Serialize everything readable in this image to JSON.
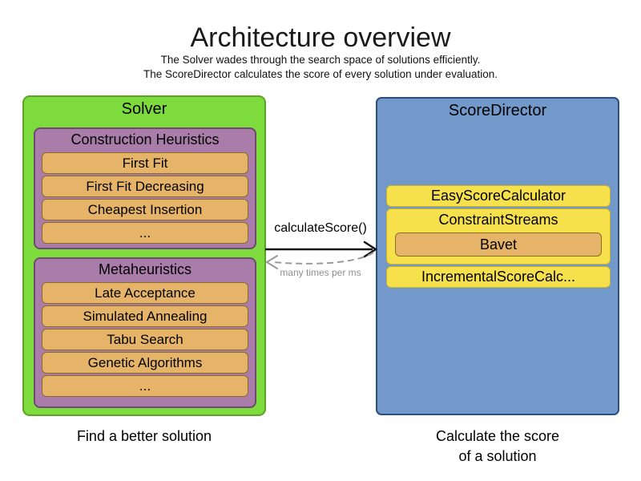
{
  "title": "Architecture overview",
  "subtitle_line1": "The Solver wades through the search space of solutions efficiently.",
  "subtitle_line2": "The ScoreDirector calculates the score of every solution under evaluation.",
  "colors": {
    "green": "#7edb3d",
    "green_border": "#5ca426",
    "purple": "#a97caa",
    "purple_border": "#6d4a6e",
    "orange": "#e6b469",
    "orange_border": "#8f6b22",
    "yellow": "#f6e14d",
    "yellow_border": "#c8b227",
    "blue": "#7399cb",
    "blue_border": "#2b4d80",
    "arrow_gray": "#999999"
  },
  "solver": {
    "label": "Solver",
    "caption": "Find a better solution",
    "groups": [
      {
        "label": "Construction Heuristics",
        "items": [
          "First Fit",
          "First Fit Decreasing",
          "Cheapest Insertion",
          "..."
        ]
      },
      {
        "label": "Metaheuristics",
        "items": [
          "Late Acceptance",
          "Simulated Annealing",
          "Tabu Search",
          "Genetic Algorithms",
          "..."
        ]
      }
    ]
  },
  "score_director": {
    "label": "ScoreDirector",
    "caption_line1": "Calculate the score",
    "caption_line2": "of a solution",
    "calculators": [
      "EasyScoreCalculator",
      "ConstraintStreams",
      "IncrementalScoreCalc..."
    ],
    "constraint_streams_impl": "Bavet"
  },
  "arrow": {
    "label": "calculateScore()",
    "sublabel": "many times per ms"
  }
}
